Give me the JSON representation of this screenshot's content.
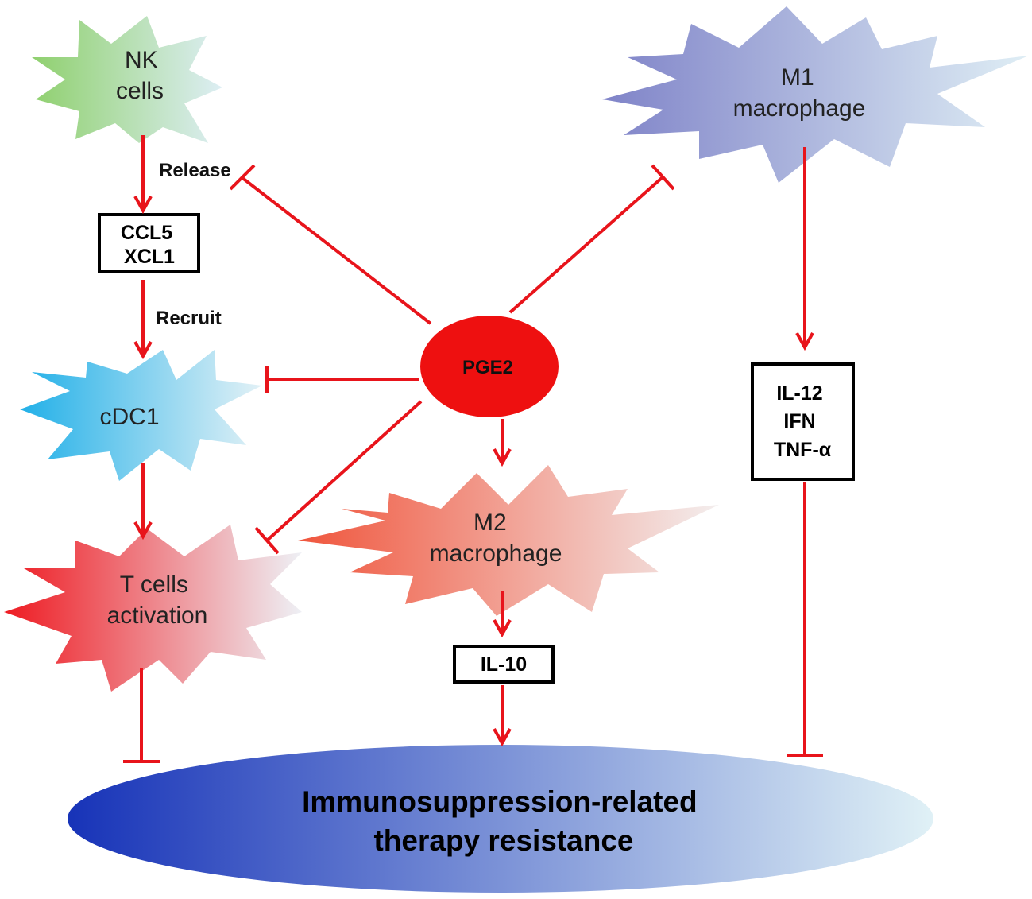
{
  "nodes": {
    "nk": {
      "lines": [
        "NK",
        "cells"
      ],
      "color": "#8fd06e"
    },
    "m1": {
      "lines": [
        "M1",
        "macrophage"
      ],
      "color": "#7f83c8"
    },
    "ccl5": {
      "lines": [
        "CCL5",
        "XCL1"
      ]
    },
    "cdc1": {
      "lines": [
        "cDC1"
      ],
      "color": "#22b0e8"
    },
    "pge2": {
      "lines": [
        "PGE2"
      ],
      "color": "#ee1010"
    },
    "tcells": {
      "lines": [
        "T cells",
        "activation"
      ],
      "color": "#ee1b22"
    },
    "m2": {
      "lines": [
        "M2",
        "macrophage"
      ],
      "color": "#f0553c"
    },
    "il10": {
      "lines": [
        "IL-10"
      ]
    },
    "il12": {
      "lines": [
        "IL-12",
        "IFN",
        "TNF-α"
      ]
    },
    "outcome": {
      "lines": [
        "Immunosuppression-related",
        "therapy resistance"
      ],
      "color": "#1733b8"
    }
  },
  "edge_labels": {
    "release": "Release",
    "recruit": "Recruit"
  },
  "edges": [
    {
      "from": "nk",
      "to": "ccl5",
      "kind": "activates",
      "label": "release"
    },
    {
      "from": "ccl5",
      "to": "cdc1",
      "kind": "activates",
      "label": "recruit"
    },
    {
      "from": "cdc1",
      "to": "tcells",
      "kind": "activates"
    },
    {
      "from": "tcells",
      "to": "outcome",
      "kind": "inhibits"
    },
    {
      "from": "pge2",
      "to": "nk",
      "kind": "inhibits",
      "note": "blocks release"
    },
    {
      "from": "pge2",
      "to": "m1",
      "kind": "inhibits"
    },
    {
      "from": "pge2",
      "to": "cdc1",
      "kind": "inhibits"
    },
    {
      "from": "pge2",
      "to": "tcells",
      "kind": "inhibits"
    },
    {
      "from": "pge2",
      "to": "m2",
      "kind": "activates"
    },
    {
      "from": "m2",
      "to": "il10",
      "kind": "activates"
    },
    {
      "from": "il10",
      "to": "outcome",
      "kind": "activates"
    },
    {
      "from": "m1",
      "to": "il12",
      "kind": "activates"
    },
    {
      "from": "il12",
      "to": "outcome",
      "kind": "inhibits"
    }
  ],
  "colors": {
    "edge": "#e8141b",
    "box_border": "#000000"
  }
}
